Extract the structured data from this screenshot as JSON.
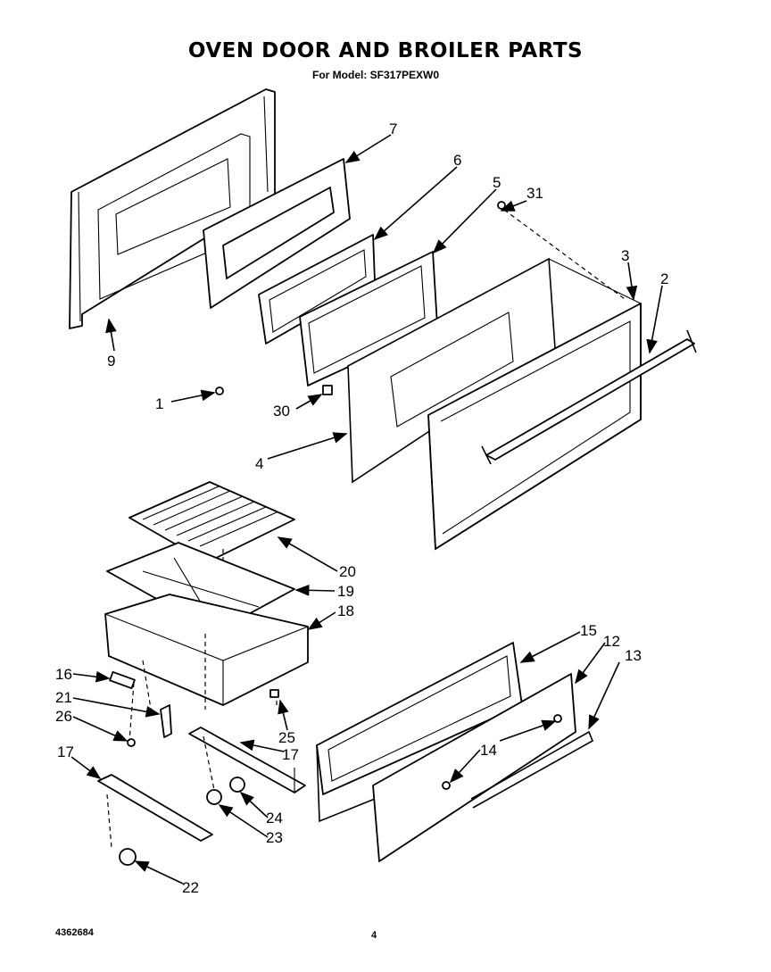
{
  "header": {
    "title": "OVEN DOOR AND BROILER PARTS",
    "subtitle": "For Model: SF317PEXW0"
  },
  "footer": {
    "doc_number": "4362684",
    "page_number": "4"
  },
  "callouts": [
    "1",
    "2",
    "3",
    "4",
    "5",
    "6",
    "7",
    "9",
    "30",
    "31",
    "20",
    "19",
    "18",
    "16",
    "21",
    "26",
    "25",
    "17",
    "17",
    "24",
    "23",
    "22",
    "15",
    "12",
    "13",
    "14"
  ]
}
